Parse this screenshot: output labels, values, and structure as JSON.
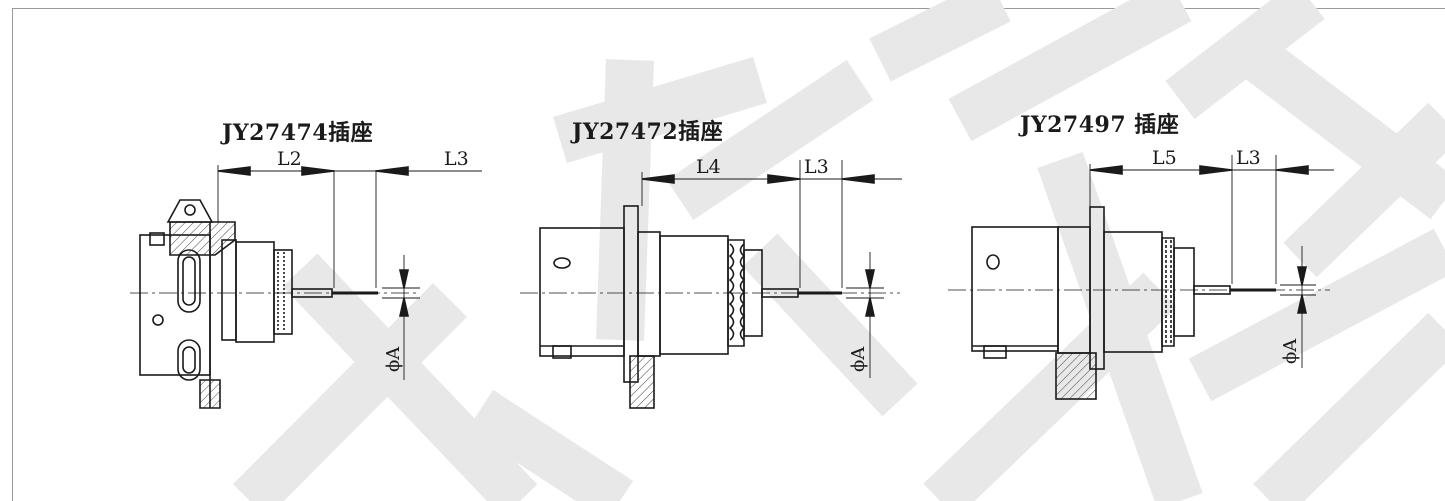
{
  "diagram": {
    "connectors": [
      {
        "title": "JY27474插座",
        "dims": [
          "L2",
          "L3"
        ],
        "diameter_label": "ϕA"
      },
      {
        "title": "JY27472插座",
        "dims": [
          "L4",
          "L3"
        ],
        "diameter_label": "ϕA"
      },
      {
        "title": "JY27497 插座",
        "dims": [
          "L5",
          "L3"
        ],
        "diameter_label": "ϕA"
      }
    ]
  },
  "colors": {
    "line": "#1a1a1a",
    "watermark": "#e6e6e6"
  }
}
